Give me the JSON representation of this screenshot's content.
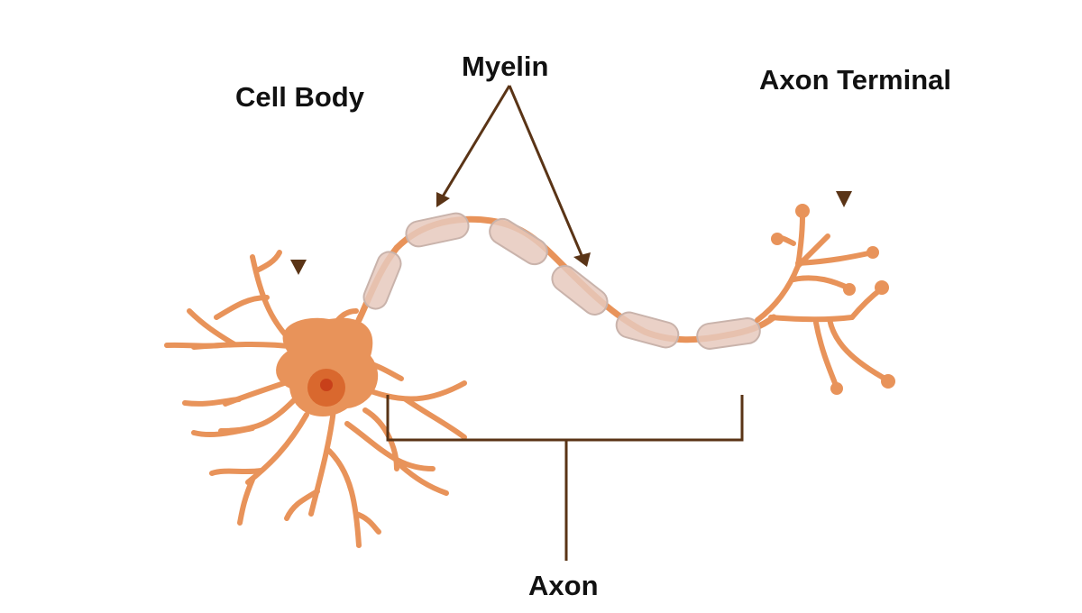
{
  "labels": {
    "cell_body": "Cell Body",
    "myelin": "Myelin",
    "axon_terminal": "Axon Terminal",
    "axon": "Axon"
  },
  "colors": {
    "neuron": "#E8935A",
    "nucleus": "#D9682E",
    "nucleolus": "#C8401A",
    "myelin_fill": "#E6C9BD",
    "myelin_stroke": "#C9B3AB",
    "arrow": "#5A3416",
    "text": "#111111"
  }
}
